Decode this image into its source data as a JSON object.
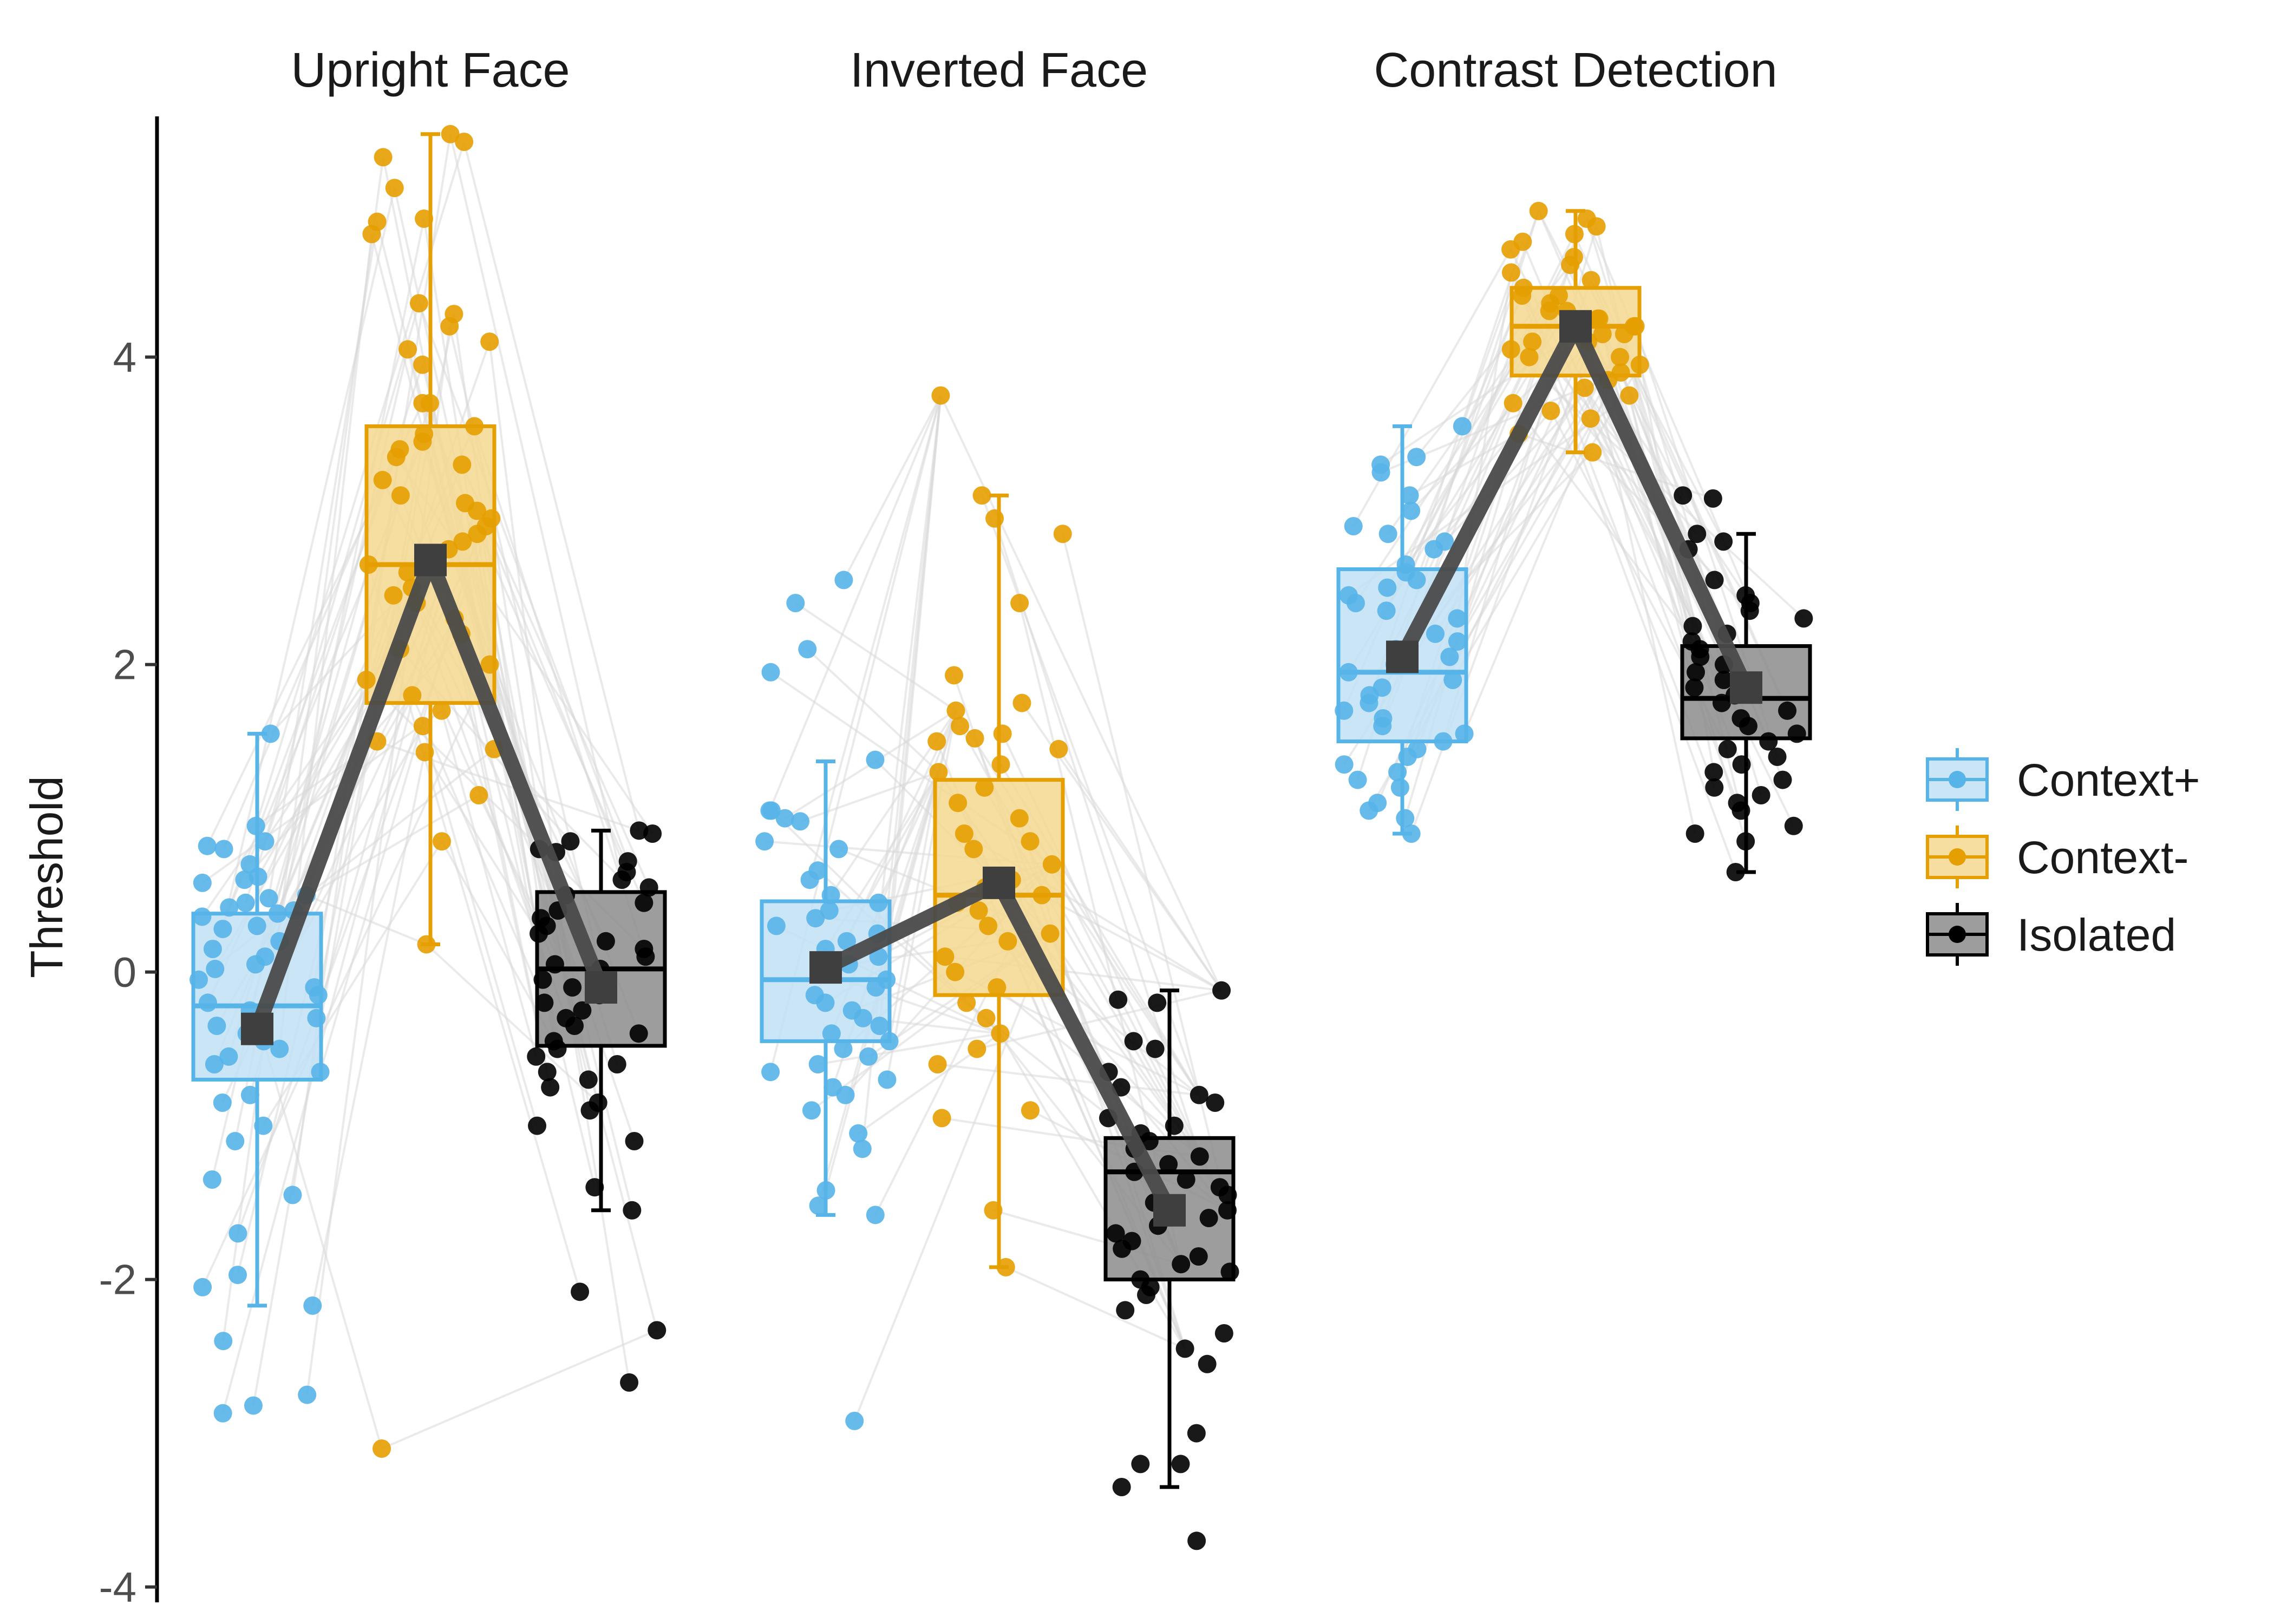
{
  "chart_data": {
    "type": "box",
    "title": "",
    "xlabel": "",
    "ylabel": "Threshold",
    "ylim": [
      -4.1,
      5.9
    ],
    "yticks": [
      -4,
      -2,
      0,
      2,
      4
    ],
    "ytick_labels": [
      "-4",
      "-2",
      "0",
      "2",
      "4"
    ],
    "grid": false,
    "legend_position": "right",
    "panels": [
      "Upright Face",
      "Inverted Face",
      "Contrast Detection"
    ],
    "groups": [
      {
        "name": "Context+",
        "color": "#56B4E9",
        "fill": "#bfe0f4"
      },
      {
        "name": "Context-",
        "color": "#E69F00",
        "fill": "#f5d891"
      },
      {
        "name": "Isolated",
        "color": "#000000",
        "fill": "#8c8c8c"
      }
    ],
    "boxes": [
      [
        {
          "q1": -0.7,
          "median": -0.22,
          "q3": 0.38,
          "whisker_low": -2.17,
          "whisker_high": 1.55,
          "mean": -0.37,
          "outliers": [
            -2.75,
            -2.87,
            -2.82,
            -2.4
          ]
        },
        {
          "q1": 1.75,
          "median": 2.65,
          "q3": 3.55,
          "whisker_low": 0.18,
          "whisker_high": 5.45,
          "mean": 2.68,
          "outliers": [
            -3.1
          ]
        },
        {
          "q1": -0.48,
          "median": 0.02,
          "q3": 0.52,
          "whisker_low": -1.55,
          "whisker_high": 0.92,
          "mean": -0.1,
          "outliers": [
            -2.33,
            -2.67,
            -2.08,
            -1.55
          ]
        }
      ],
      [
        {
          "q1": -0.45,
          "median": -0.05,
          "q3": 0.46,
          "whisker_low": -1.58,
          "whisker_high": 1.37,
          "mean": 0.03,
          "outliers": [
            2.55,
            2.4,
            2.1,
            1.95,
            -2.92
          ]
        },
        {
          "q1": -0.15,
          "median": 0.5,
          "q3": 1.25,
          "whisker_low": -1.92,
          "whisker_high": 3.1,
          "mean": 0.58,
          "outliers": [
            3.75
          ]
        },
        {
          "q1": -2.0,
          "median": -1.3,
          "q3": -1.08,
          "whisker_low": -3.35,
          "whisker_high": -0.12,
          "mean": -1.55,
          "outliers": [
            -3.7
          ]
        }
      ],
      [
        {
          "q1": 1.5,
          "median": 1.95,
          "q3": 2.62,
          "whisker_low": 0.9,
          "whisker_high": 3.55,
          "mean": 2.05,
          "outliers": []
        },
        {
          "q1": 3.88,
          "median": 4.2,
          "q3": 4.45,
          "whisker_low": 3.38,
          "whisker_high": 4.95,
          "mean": 4.2,
          "outliers": []
        },
        {
          "q1": 1.52,
          "median": 1.78,
          "q3": 2.12,
          "whisker_low": 0.65,
          "whisker_high": 2.85,
          "mean": 1.85,
          "outliers": [
            3.1,
            3.08
          ]
        }
      ]
    ],
    "points": [
      [
        [
          0.95,
          0.85,
          0.82,
          0.8,
          0.7,
          0.62,
          0.58,
          0.5,
          0.48,
          0.45,
          0.42,
          0.4,
          0.38,
          0.36,
          0.3,
          0.28,
          0.2,
          0.15,
          0.1,
          0.05,
          0.02,
          -0.05,
          -0.1,
          -0.15,
          -0.2,
          -0.25,
          -0.3,
          -0.35,
          -0.4,
          -0.45,
          -0.5,
          -0.55,
          -0.6,
          -0.65,
          -0.8,
          -0.85,
          -1.0,
          -1.1,
          -1.35,
          -1.45,
          -1.7,
          -1.97,
          -2.05,
          -2.17,
          -2.4,
          -2.75,
          -2.82,
          -2.87,
          1.55,
          0.6
        ],
        [
          5.4,
          5.45,
          5.3,
          5.1,
          4.9,
          4.88,
          4.8,
          4.35,
          4.28,
          4.2,
          4.1,
          4.05,
          3.95,
          3.7,
          3.7,
          3.55,
          3.5,
          3.45,
          3.4,
          3.35,
          3.3,
          3.2,
          3.1,
          3.05,
          3.0,
          2.95,
          2.9,
          2.85,
          2.8,
          2.75,
          2.7,
          2.65,
          2.6,
          2.5,
          2.45,
          2.4,
          2.3,
          2.2,
          2.1,
          2.0,
          1.9,
          1.8,
          1.7,
          1.6,
          1.5,
          1.45,
          1.43,
          1.15,
          0.85,
          0.18,
          -3.1
        ],
        [
          0.92,
          0.9,
          0.85,
          0.8,
          0.78,
          0.72,
          0.65,
          0.6,
          0.55,
          0.5,
          0.45,
          0.4,
          0.35,
          0.3,
          0.25,
          0.2,
          0.15,
          0.1,
          0.05,
          0.02,
          -0.05,
          -0.1,
          -0.15,
          -0.2,
          -0.25,
          -0.3,
          -0.35,
          -0.4,
          -0.45,
          -0.5,
          -0.55,
          -0.6,
          -0.65,
          -0.7,
          -0.75,
          -0.85,
          -0.9,
          -1.0,
          -1.1,
          -1.4,
          -1.55,
          -2.08,
          -2.33,
          -2.67
        ]
      ],
      [
        [
          2.55,
          2.4,
          2.1,
          1.95,
          1.38,
          1.05,
          1.05,
          1.0,
          0.98,
          0.85,
          0.8,
          0.66,
          0.6,
          0.5,
          0.45,
          0.4,
          0.35,
          0.3,
          0.25,
          0.2,
          0.15,
          0.1,
          0.05,
          0.0,
          -0.05,
          -0.1,
          -0.15,
          -0.2,
          -0.25,
          -0.3,
          -0.35,
          -0.4,
          -0.45,
          -0.5,
          -0.55,
          -0.6,
          -0.65,
          -0.7,
          -0.75,
          -0.8,
          -0.9,
          -1.05,
          -1.15,
          -1.42,
          -1.52,
          -1.58,
          -2.92
        ],
        [
          3.75,
          3.1,
          2.95,
          2.85,
          2.4,
          1.93,
          1.75,
          1.7,
          1.6,
          1.55,
          1.52,
          1.5,
          1.45,
          1.35,
          1.3,
          1.2,
          1.1,
          1.0,
          0.9,
          0.85,
          0.8,
          0.7,
          0.6,
          0.55,
          0.5,
          0.45,
          0.4,
          0.3,
          0.25,
          0.2,
          0.1,
          0.0,
          -0.1,
          -0.2,
          -0.3,
          -0.4,
          -0.5,
          -0.6,
          -0.95,
          -0.9,
          -1.55,
          -1.92
        ],
        [
          -0.12,
          -0.18,
          -0.2,
          -0.45,
          -0.5,
          -0.65,
          -0.75,
          -0.8,
          -0.85,
          -0.95,
          -1.0,
          -1.05,
          -1.1,
          -1.15,
          -1.2,
          -1.25,
          -1.3,
          -1.35,
          -1.4,
          -1.45,
          -1.5,
          -1.55,
          -1.6,
          -1.65,
          -1.7,
          -1.75,
          -1.8,
          -1.85,
          -1.9,
          -1.95,
          -2.0,
          -2.05,
          -2.1,
          -2.2,
          -2.35,
          -2.45,
          -2.55,
          -3.0,
          -3.2,
          -3.2,
          -3.35,
          -3.7
        ]
      ],
      [
        [
          3.55,
          3.35,
          3.3,
          3.25,
          3.1,
          3.0,
          2.9,
          2.85,
          2.8,
          2.75,
          2.65,
          2.6,
          2.55,
          2.5,
          2.45,
          2.4,
          2.35,
          2.3,
          2.2,
          2.15,
          2.1,
          2.05,
          2.0,
          1.95,
          1.9,
          1.85,
          1.8,
          1.75,
          1.7,
          1.65,
          1.6,
          1.55,
          1.5,
          1.45,
          1.4,
          1.35,
          1.3,
          1.25,
          1.2,
          1.1,
          1.05,
          1.0,
          0.9
        ],
        [
          4.95,
          4.9,
          4.85,
          4.8,
          4.75,
          4.7,
          4.65,
          4.6,
          4.55,
          4.5,
          4.45,
          4.4,
          4.35,
          4.3,
          4.25,
          4.2,
          4.15,
          4.1,
          4.05,
          4.0,
          3.95,
          3.9,
          3.85,
          3.8,
          3.75,
          3.7,
          3.65,
          3.6,
          3.5,
          3.38,
          4.4,
          4.3,
          4.2,
          4.1,
          4.0,
          4.25,
          4.15
        ],
        [
          3.1,
          3.08,
          2.85,
          2.8,
          2.75,
          2.55,
          2.45,
          2.4,
          2.35,
          2.3,
          2.25,
          2.2,
          2.15,
          2.1,
          2.05,
          2.0,
          1.95,
          1.9,
          1.85,
          1.8,
          1.75,
          1.7,
          1.65,
          1.6,
          1.55,
          1.5,
          1.45,
          1.4,
          1.35,
          1.3,
          1.25,
          1.2,
          1.15,
          1.1,
          1.05,
          0.95,
          0.9,
          0.85,
          0.65
        ]
      ]
    ]
  }
}
